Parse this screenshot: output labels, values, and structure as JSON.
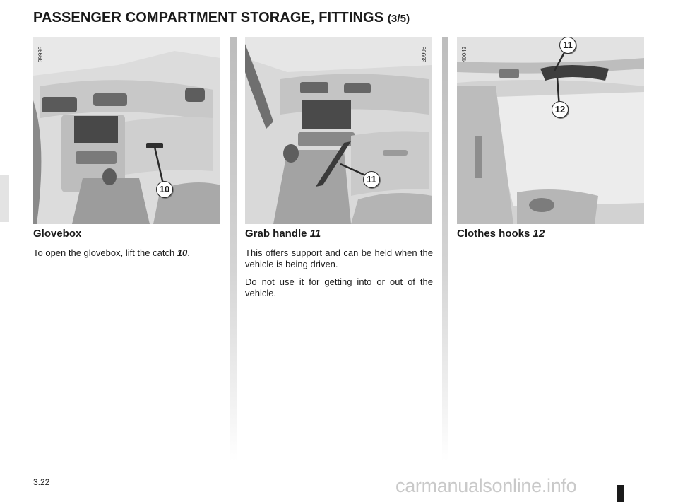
{
  "page": {
    "title": "PASSENGER COMPARTMENT STORAGE, FITTINGS",
    "title_part": "(3/5)",
    "page_number": "3.22",
    "watermark": "carmanualsonline.info"
  },
  "columns": [
    {
      "image_ref": "39995",
      "callouts": [
        "10"
      ],
      "heading": "Glovebox",
      "heading_num": "",
      "text_before": "To open the glovebox, lift the catch ",
      "text_num": "10",
      "text_after": "."
    },
    {
      "image_ref": "39998",
      "callouts": [
        "11"
      ],
      "heading": "Grab handle ",
      "heading_num": "11",
      "paragraphs": [
        "This offers support and can be held when the vehicle is being driven.",
        "Do not use it for getting into or out of the vehicle."
      ]
    },
    {
      "image_ref": "40042",
      "callouts": [
        "11",
        "12"
      ],
      "heading": "Clothes hooks ",
      "heading_num": "12"
    }
  ]
}
